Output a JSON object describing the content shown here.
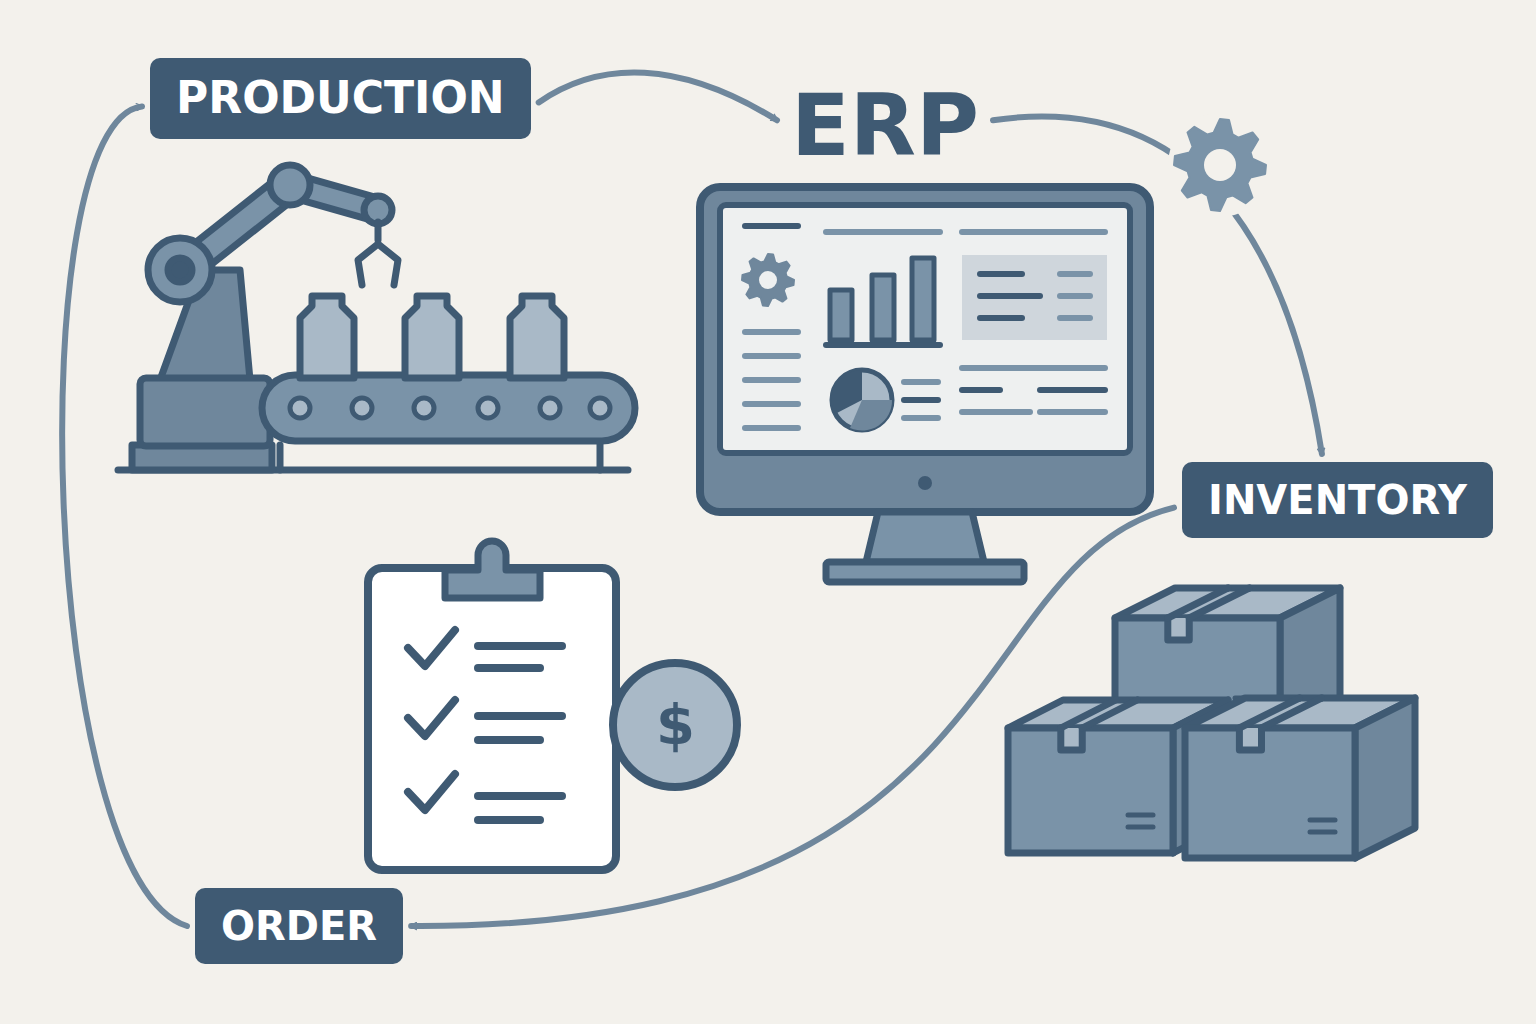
{
  "diagram": {
    "nodes": [
      {
        "text": [
          "PRODUCTION"
        ]
      },
      {
        "text": [
          "ERP"
        ]
      },
      {
        "text": [
          "INVENTORY"
        ]
      },
      {
        "text": [
          "ORDER"
        ]
      }
    ],
    "edges": [
      {
        "from": 0,
        "to": 1,
        "arrow": "to"
      },
      {
        "from": 1,
        "to": 2,
        "arrow": "to"
      },
      {
        "from": 2,
        "to": 3,
        "arrow": "to"
      },
      {
        "from": 3,
        "to": 0,
        "arrow": "to"
      }
    ],
    "labels": [
      "$"
    ]
  }
}
